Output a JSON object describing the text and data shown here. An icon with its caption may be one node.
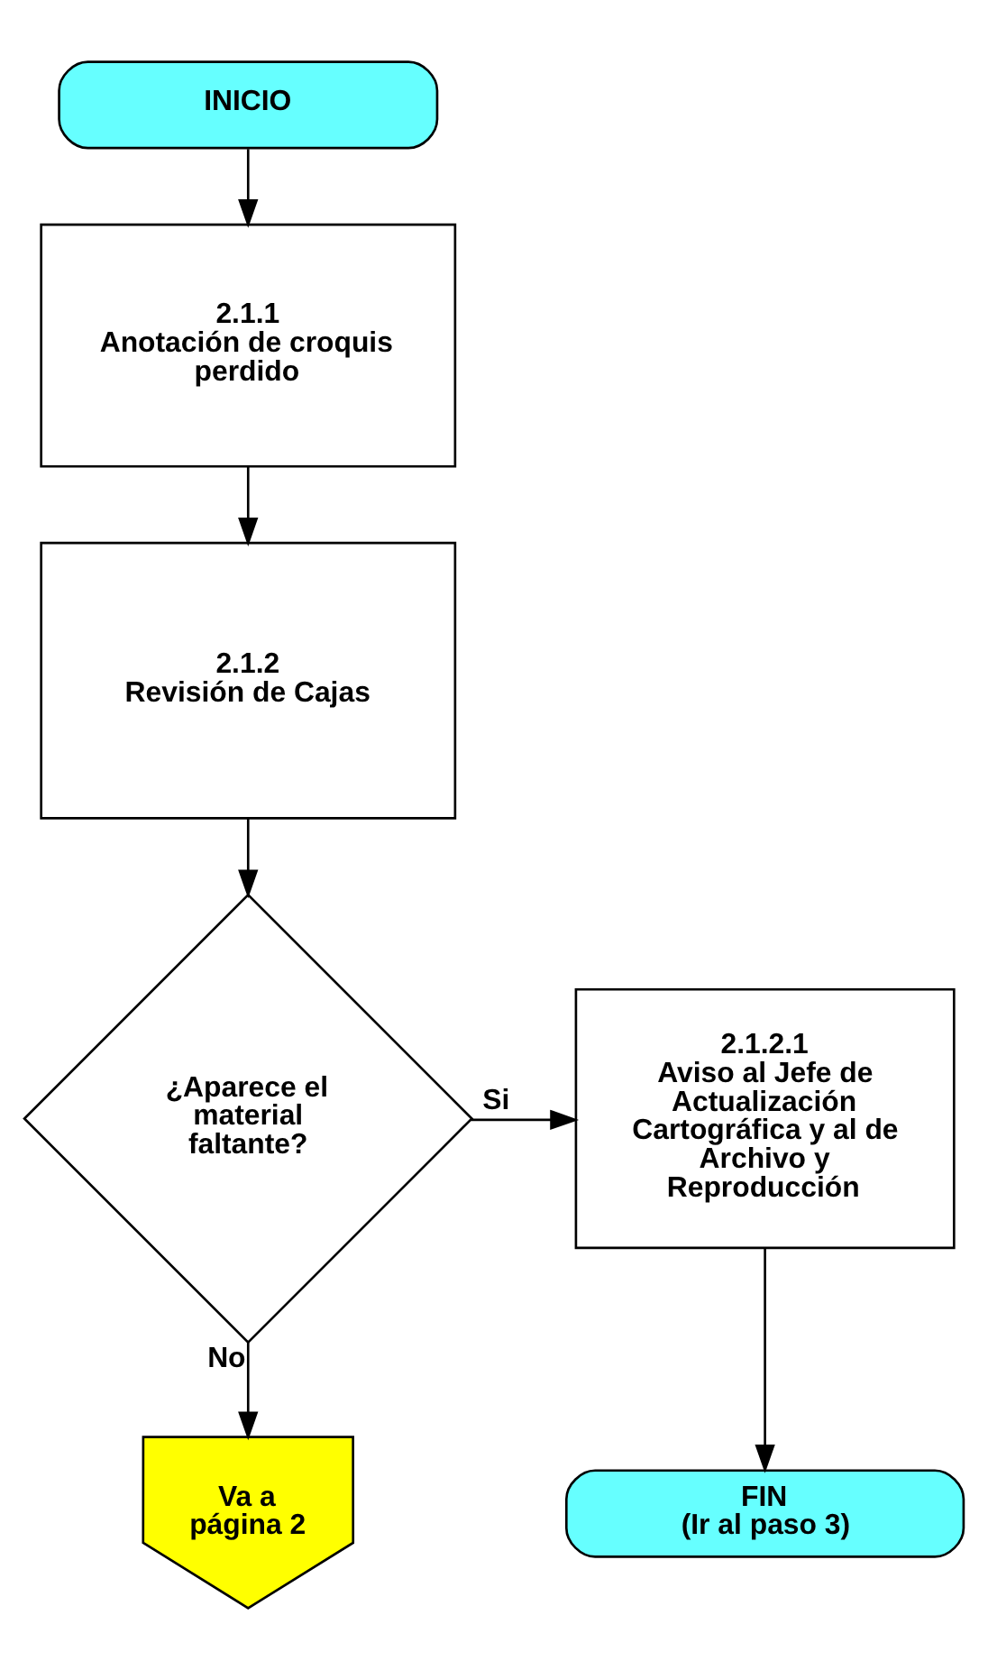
{
  "diagram": {
    "nodes": [
      {
        "text": [
          "INICIO"
        ]
      },
      {
        "text": [
          "2.1.1",
          "Anotación de croquis perdido"
        ]
      },
      {
        "text": [
          "2.1.2",
          "Revisión de Cajas"
        ]
      },
      {
        "text": [
          "¿Aparece el material faltante?"
        ]
      },
      {
        "text": [
          "2.1.2.1",
          "Aviso al Jefe de Actualización Cartográfica y al de Archivo y Reproducción"
        ]
      },
      {
        "text": [
          "FIN",
          "(Ir al paso 3)"
        ]
      },
      {
        "text": [
          "Va a página 2"
        ]
      }
    ],
    "edges": [
      {
        "from": 0,
        "to": 1,
        "arrow": "to"
      },
      {
        "from": 1,
        "to": 2,
        "arrow": "to"
      },
      {
        "from": 2,
        "to": 3,
        "arrow": "to"
      },
      {
        "from": 3,
        "to": 4,
        "arrow": "to",
        "label": "Si"
      },
      {
        "from": 3,
        "to": 6,
        "arrow": "to",
        "label": "No"
      },
      {
        "from": 4,
        "to": 5,
        "arrow": "to"
      }
    ]
  }
}
